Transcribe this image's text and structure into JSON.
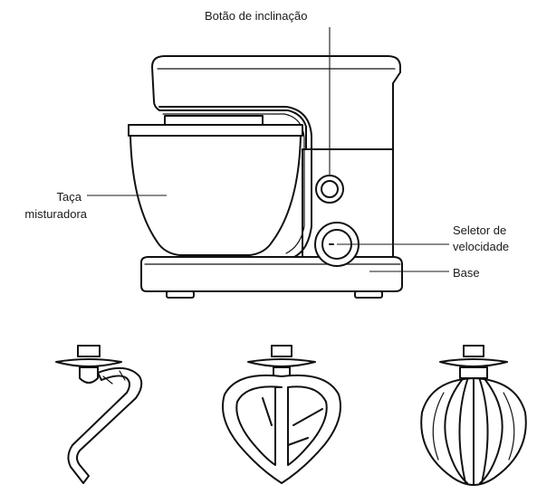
{
  "labels": {
    "tilt_button": "Botão de inclinação",
    "bowl_line1": "Taça",
    "bowl_line2": "misturadora",
    "speed_line1": "Seletor de",
    "speed_line2": "velocidade",
    "base": "Base"
  },
  "attachments": [
    "dough-hook",
    "flat-beater",
    "whisk"
  ],
  "colors": {
    "line": "#111111",
    "background": "#ffffff"
  }
}
